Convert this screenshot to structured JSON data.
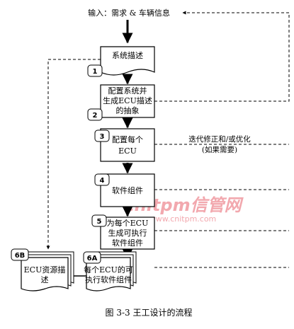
{
  "input_text": "输入：需求 & 车辆信息",
  "steps": [
    {
      "num": "1",
      "lines": [
        "系统描述"
      ]
    },
    {
      "num": "2",
      "lines": [
        "配置系统并",
        "生成ECU描述",
        "的抽象"
      ]
    },
    {
      "num": "3",
      "lines": [
        "配置每个",
        "ECU"
      ]
    },
    {
      "num": "4",
      "lines": [
        "软件组件"
      ]
    },
    {
      "num": "5",
      "lines": [
        "为每个ECU",
        "生成可执行",
        "软件组件"
      ]
    }
  ],
  "doc_6b": {
    "num": "6B",
    "lines": [
      "ECU资源描",
      "述"
    ]
  },
  "doc_6a": {
    "num": "6A",
    "lines": [
      "每个ECU的可",
      "执行软件组件"
    ]
  },
  "iteration_note": [
    "迭代修正和/或优化",
    "(如果需要)"
  ],
  "caption": "图 3-3  王工设计的流程",
  "watermark": {
    "brand": "cnitpm信管网",
    "url": "www.cnitpm.com"
  }
}
